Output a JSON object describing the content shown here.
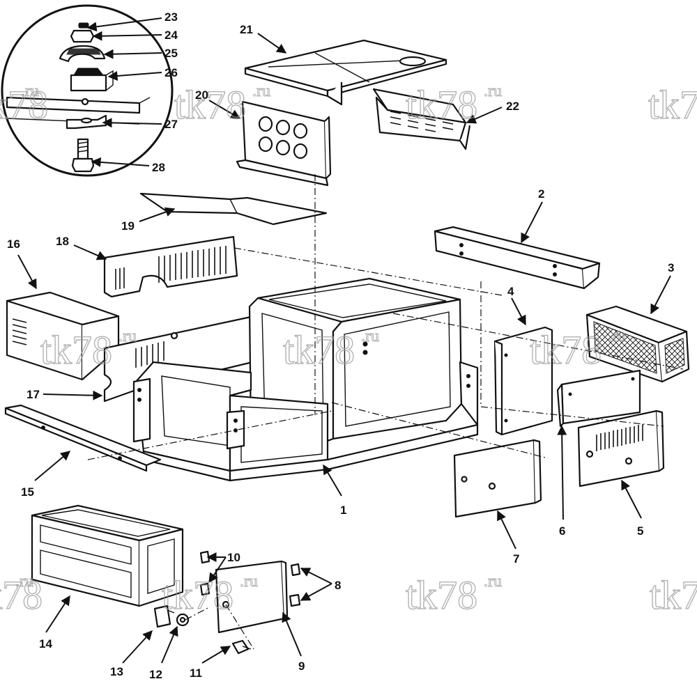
{
  "watermark": {
    "main": "tk78",
    "suffix": ".ru"
  },
  "labels": {
    "l1": "1",
    "l2": "2",
    "l3": "3",
    "l4": "4",
    "l5": "5",
    "l6": "6",
    "l7": "7",
    "l8": "8",
    "l9": "9",
    "l10": "10",
    "l11": "11",
    "l12": "12",
    "l13": "13",
    "l14": "14",
    "l15": "15",
    "l16": "16",
    "l17": "17",
    "l18": "18",
    "l19": "19",
    "l20": "20",
    "l21": "21",
    "l22": "22",
    "l23": "23",
    "l24": "24",
    "l25": "25",
    "l26": "26",
    "l27": "27",
    "l28": "28"
  }
}
